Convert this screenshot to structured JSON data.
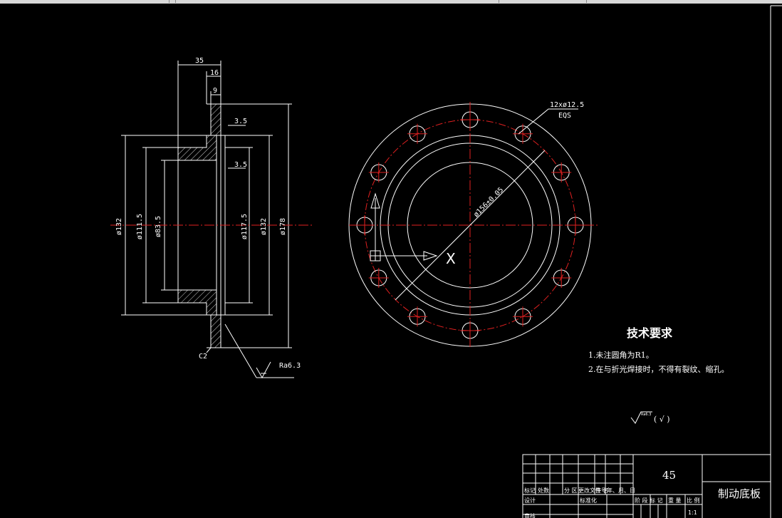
{
  "drawing": {
    "dimensions": {
      "d35": "35",
      "d16": "16",
      "d9": "9",
      "d3_5a": "3.5",
      "d3_5b": "3.5",
      "phi132_left": "ø132",
      "phi111_5": "ø111.5",
      "phi83_5": "ø83.5",
      "phi117_5": "ø117.5",
      "phi132_right": "ø132",
      "phi178": "ø178",
      "chamfer": "C2",
      "roughness": "Ra6.3",
      "holes": "12xø12.5",
      "holes_eq": "EQS",
      "pcd": "ø156±0.05"
    },
    "view_axis": "X",
    "tech": {
      "heading": "技术要求",
      "item1": "1.未注圆角为R1。",
      "item2": "2.在与折光焊接时，不得有裂纹、缩孔。",
      "roughness_symbol_value": "Ra6.3",
      "roughness_paren": "( √ )"
    }
  },
  "title_block": {
    "material": "45",
    "part_name": "制动底板",
    "scale": "1:1",
    "labels": {
      "mark": "标记",
      "count": "处数",
      "zone": "分 区",
      "doc_no": "更改文件号",
      "sign": "签 名",
      "date": "年、月、日",
      "design": "设计",
      "standard": "标准化",
      "stage_mark": "阶 段 标 记",
      "weight": "重 量",
      "ratio": "比 例",
      "review": "审核"
    }
  }
}
